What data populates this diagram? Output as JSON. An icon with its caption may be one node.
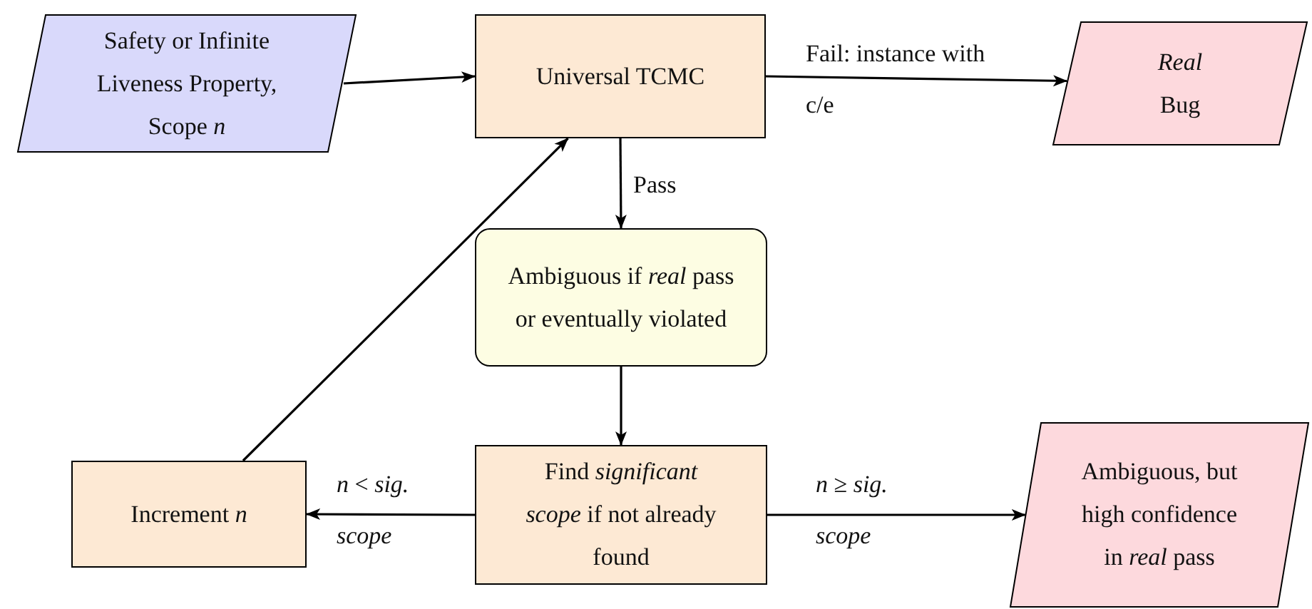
{
  "diagram": {
    "nodes": [
      {
        "text": [
          "Safety or Infinite Liveness Property, Scope *n*"
        ]
      },
      {
        "text": [
          "Universal TCMC"
        ]
      },
      {
        "text": [
          "*Real* Bug"
        ]
      },
      {
        "text": [
          "Ambiguous if *real* pass or eventually violated"
        ]
      },
      {
        "text": [
          "Find *significant scope* if not already found"
        ]
      },
      {
        "text": [
          "Increment *n*"
        ]
      },
      {
        "text": [
          "Ambiguous, but high confidence in *real* pass"
        ]
      }
    ],
    "edges": [
      {
        "from": 0,
        "to": 1,
        "arrow": "to"
      },
      {
        "from": 1,
        "to": 2,
        "arrow": "to",
        "label": "Fail: instance with c/e"
      },
      {
        "from": 1,
        "to": 3,
        "arrow": "to",
        "label": "Pass"
      },
      {
        "from": 3,
        "to": 4,
        "arrow": "to"
      },
      {
        "from": 4,
        "to": 5,
        "arrow": "to",
        "label": "*n* < *sig. scope*"
      },
      {
        "from": 4,
        "to": 6,
        "arrow": "to",
        "label": "*n* ≥ *sig. scope*"
      },
      {
        "from": 5,
        "to": 1,
        "arrow": "to"
      }
    ]
  }
}
